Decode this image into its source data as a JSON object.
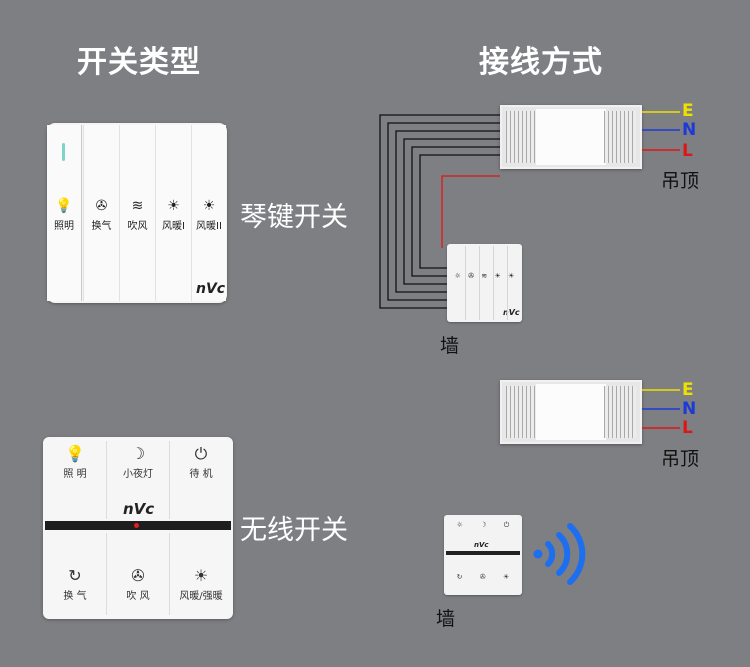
{
  "headers": {
    "switch_types": "开关类型",
    "wiring": "接线方式"
  },
  "rocker": {
    "keys": [
      {
        "icon": "💡",
        "label": "照明"
      },
      {
        "icon": "✇",
        "label": "换气"
      },
      {
        "icon": "≋",
        "label": "吹风"
      },
      {
        "icon": "☀",
        "label": "风暖I"
      },
      {
        "icon": "☀",
        "label": "风暖II"
      }
    ],
    "logo": "nVc",
    "name": "琴键开关"
  },
  "wireless": {
    "top_buttons": [
      {
        "icon": "💡",
        "label": "照 明"
      },
      {
        "icon": "☽",
        "label": "小夜灯"
      },
      {
        "icon": "⏻",
        "label": "待 机"
      }
    ],
    "bottom_buttons": [
      {
        "icon": "↻",
        "label": "换 气"
      },
      {
        "icon": "✇",
        "label": "吹 风"
      },
      {
        "icon": "☀",
        "label": "风暖/强暖"
      }
    ],
    "logo": "nVc",
    "name": "无线开关"
  },
  "wiring1": {
    "terminals": [
      "E",
      "N",
      "L"
    ],
    "ceiling": "吊顶",
    "wall": "墙"
  },
  "wiring2": {
    "terminals": [
      "E",
      "N",
      "L"
    ],
    "ceiling": "吊顶",
    "wall": "墙"
  },
  "colors": {
    "E": "#f0e000",
    "N": "#1d3ad8",
    "L": "#e01515",
    "signal": "#1e6ef0"
  }
}
